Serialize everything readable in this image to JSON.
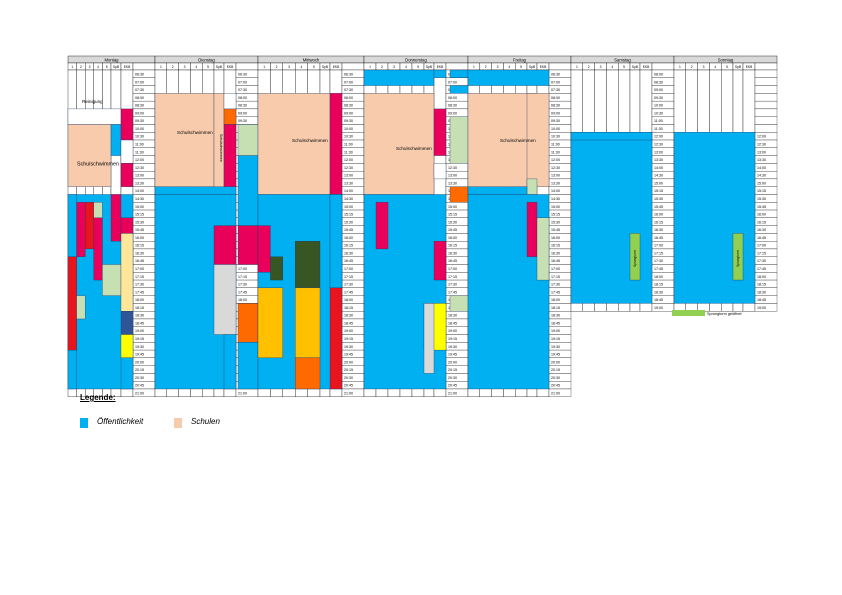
{
  "document": {
    "days": [
      "Montag",
      "Dienstag",
      "Mittwoch",
      "Donnerstag",
      "Freitag",
      "Samstag",
      "Sonntag"
    ],
    "sub_columns": [
      "1",
      "2",
      "3",
      "4",
      "5",
      "SpB",
      "EKB"
    ],
    "time_slots": {
      "Montag": [
        "06:30",
        "07:00",
        "07:30",
        "08:00",
        "08:30",
        "09:00",
        "09:30",
        "10:00",
        "10:30",
        "11:00",
        "11:30",
        "12:00",
        "12:30",
        "13:00",
        "13:30",
        "14:00",
        "14:30",
        "15:00",
        "15:15",
        "15:30",
        "15:45",
        "16:00",
        "16:15",
        "16:30",
        "16:45",
        "17:00",
        "17:15",
        "17:30",
        "17:45",
        "18:00",
        "18:15",
        "18:30",
        "18:45",
        "19:00",
        "19:15",
        "19:30",
        "19:45",
        "20:00",
        "20:15",
        "20:30",
        "20:45",
        "21:00"
      ],
      "Dienstag": [
        "06:30",
        "07:00",
        "07:30",
        "08:00",
        "08:30",
        "09:00",
        "09:30",
        "10:00",
        "10:30",
        "11:00",
        "11:30",
        "12:00",
        "12:30",
        "13:00",
        "13:30",
        "14:00",
        "14:30",
        "15:00",
        "15:15",
        "15:30",
        "15:45",
        "16:00",
        "16:15",
        "16:30",
        "16:45",
        "17:00",
        "17:15",
        "17:30",
        "17:45",
        "18:00",
        "18:15",
        "18:30",
        "18:45",
        "19:00",
        "19:15",
        "19:30",
        "19:45",
        "20:00",
        "20:15",
        "20:30",
        "20:45",
        "21:00"
      ],
      "Mittwoch": [
        "06:30",
        "07:00",
        "07:30",
        "08:00",
        "08:30",
        "09:00",
        "09:30",
        "10:00",
        "10:30",
        "11:00",
        "11:30",
        "12:00",
        "12:30",
        "13:00",
        "13:30",
        "14:00",
        "14:30",
        "15:00",
        "15:15",
        "15:30",
        "15:45",
        "16:00",
        "16:15",
        "16:30",
        "16:45",
        "17:00",
        "17:15",
        "17:30",
        "17:45",
        "18:00",
        "18:15",
        "18:30",
        "18:45",
        "19:00",
        "19:15",
        "19:30",
        "19:45",
        "20:00",
        "20:15",
        "20:30",
        "20:45",
        "21:00"
      ],
      "Donnerstag": [
        "06:30",
        "07:00",
        "07:30",
        "08:00",
        "08:30",
        "09:00",
        "09:30",
        "10:00",
        "10:30",
        "11:00",
        "11:30",
        "12:00",
        "12:30",
        "13:00",
        "13:30",
        "14:00",
        "14:30",
        "15:00",
        "15:15",
        "15:30",
        "15:45",
        "16:00",
        "16:15",
        "16:30",
        "16:45",
        "17:00",
        "17:15",
        "17:30",
        "17:45",
        "18:00",
        "18:15",
        "18:30",
        "18:45",
        "19:00",
        "19:15",
        "19:30",
        "19:45",
        "20:00",
        "20:15",
        "20:30",
        "20:45",
        "21:00"
      ],
      "Freitag": [
        "06:30",
        "07:00",
        "07:30",
        "08:00",
        "08:30",
        "09:00",
        "09:30",
        "10:00",
        "10:30",
        "11:00",
        "11:30",
        "12:00",
        "12:30",
        "13:00",
        "13:30",
        "14:00",
        "14:30",
        "15:00",
        "15:15",
        "15:30",
        "15:45",
        "16:00",
        "16:15",
        "16:30",
        "16:45",
        "17:00",
        "17:15",
        "17:30",
        "17:45",
        "18:00",
        "18:15",
        "18:30",
        "18:45",
        "19:00",
        "19:15",
        "19:30",
        "19:45",
        "20:00",
        "20:15",
        "20:30",
        "20:45",
        "21:00"
      ],
      "Samstag": [
        "08:00",
        "08:30",
        "09:00",
        "09:30",
        "10:00",
        "10:30",
        "11:00",
        "11:30",
        "12:00",
        "12:30",
        "13:00",
        "13:30",
        "14:00",
        "14:30",
        "15:00",
        "15:15",
        "15:30",
        "15:45",
        "16:00",
        "16:15",
        "16:30",
        "16:45",
        "17:00",
        "17:15",
        "17:30",
        "17:45",
        "18:00",
        "18:15",
        "18:30",
        "18:45",
        "19:00"
      ],
      "Sonntag": [
        "",
        "",
        "",
        "",
        "",
        "",
        "",
        "",
        "12:00",
        "12:30",
        "13:00",
        "13:30",
        "14:00",
        "14:30",
        "15:00",
        "15:15",
        "15:30",
        "15:45",
        "16:00",
        "16:15",
        "16:30",
        "16:45",
        "17:00",
        "17:15",
        "17:30",
        "17:45",
        "18:00",
        "18:15",
        "18:30",
        "18:45",
        "19:00"
      ]
    },
    "block_labels": {
      "reinigung": "Reinigung",
      "schulschwimmen": "Schulschwimmen",
      "sprungturm": "Sprungturm"
    },
    "side_legend": "Sprungturm geöffnet",
    "legend": {
      "title": "Legende:",
      "items": [
        {
          "label": "Öffentlichkeit",
          "color": "#00b0f0"
        },
        {
          "label": "Schulen",
          "color": "#f8cbad"
        }
      ]
    },
    "colors": {
      "public": "#00b0f0",
      "school": "#f8cbad",
      "pink": "#e8005a",
      "red": "#e8141e",
      "orange": "#ff6a00",
      "amber": "#ffc000",
      "yellow": "#ffff00",
      "light_green": "#c6e0b4",
      "green": "#92d050",
      "dark_green": "#375623",
      "light_yellow": "#ffe699",
      "grey": "#d9d9d9",
      "navy": "#2f5597",
      "header_grey": "#d9d9d9"
    }
  }
}
